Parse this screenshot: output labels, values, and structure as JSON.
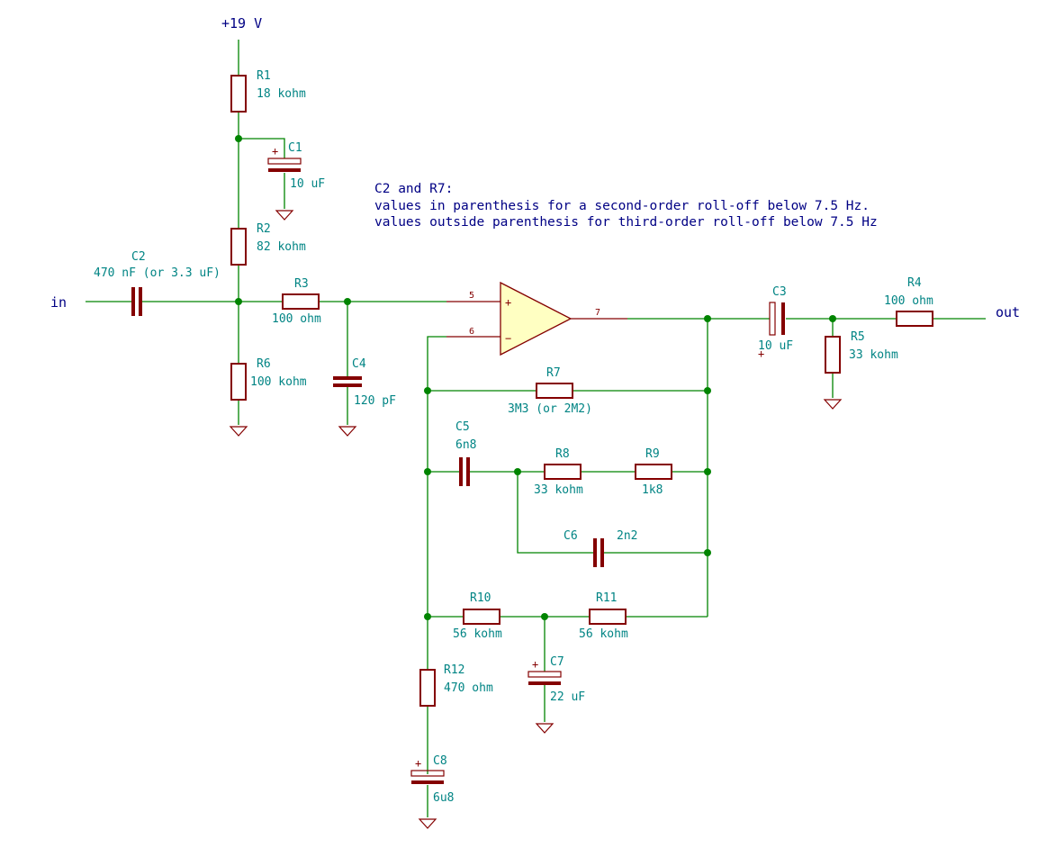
{
  "power": {
    "vcc": "+19 V"
  },
  "nets": {
    "input": "in",
    "output": "out"
  },
  "note": {
    "line1": "C2 and R7:",
    "line2": "values in parenthesis for a second-order roll-off below 7.5 Hz.",
    "line3": "values outside parenthesis for third-order roll-off below 7.5 Hz"
  },
  "components": {
    "r1": {
      "ref": "R1",
      "value": "18 kohm"
    },
    "r2": {
      "ref": "R2",
      "value": "82 kohm"
    },
    "r3": {
      "ref": "R3",
      "value": "100 ohm"
    },
    "r4": {
      "ref": "R4",
      "value": "100 ohm"
    },
    "r5": {
      "ref": "R5",
      "value": "33 kohm"
    },
    "r6": {
      "ref": "R6",
      "value": "100 kohm"
    },
    "r7": {
      "ref": "R7",
      "value": "3M3 (or 2M2)"
    },
    "r8": {
      "ref": "R8",
      "value": "33 kohm"
    },
    "r9": {
      "ref": "R9",
      "value": "1k8"
    },
    "r10": {
      "ref": "R10",
      "value": "56 kohm"
    },
    "r11": {
      "ref": "R11",
      "value": "56 kohm"
    },
    "r12": {
      "ref": "R12",
      "value": "470 ohm"
    },
    "c1": {
      "ref": "C1",
      "value": "10 uF"
    },
    "c2": {
      "ref": "C2",
      "value": "470 nF (or 3.3 uF)"
    },
    "c3": {
      "ref": "C3",
      "value": "10 uF"
    },
    "c4": {
      "ref": "C4",
      "value": "120 pF"
    },
    "c5": {
      "ref": "C5",
      "value": "6n8"
    },
    "c6": {
      "ref": "C6",
      "value": "2n2"
    },
    "c7": {
      "ref": "C7",
      "value": "22 uF"
    },
    "c8": {
      "ref": "C8",
      "value": "6u8"
    }
  },
  "opamp": {
    "pin_noninv": "5",
    "pin_inv": "6",
    "pin_out": "7",
    "plus": "+",
    "minus": "−"
  },
  "polarity": {
    "plus": "+"
  },
  "colors": {
    "wire": "#008400",
    "component": "#840000",
    "label": "#008484",
    "net": "#000084",
    "opamp_fill": "#ffffc2"
  }
}
